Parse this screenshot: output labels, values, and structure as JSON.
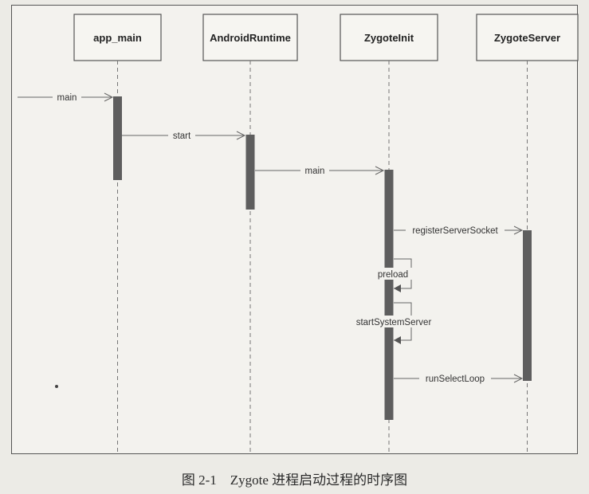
{
  "participants": [
    "app_main",
    "AndroidRuntime",
    "ZygoteInit",
    "ZygoteServer"
  ],
  "messages": [
    {
      "label": "main",
      "from": "external",
      "to": "app_main"
    },
    {
      "label": "start",
      "from": "app_main",
      "to": "AndroidRuntime"
    },
    {
      "label": "main",
      "from": "AndroidRuntime",
      "to": "ZygoteInit"
    },
    {
      "label": "registerServerSocket",
      "from": "ZygoteInit",
      "to": "ZygoteServer"
    },
    {
      "label": "preload",
      "from": "ZygoteInit",
      "to": "ZygoteInit"
    },
    {
      "label": "startSystemServer",
      "from": "ZygoteInit",
      "to": "ZygoteInit"
    },
    {
      "label": "runSelectLoop",
      "from": "ZygoteInit",
      "to": "ZygoteServer"
    }
  ],
  "caption": "图 2-1　Zygote 进程启动过程的时序图"
}
